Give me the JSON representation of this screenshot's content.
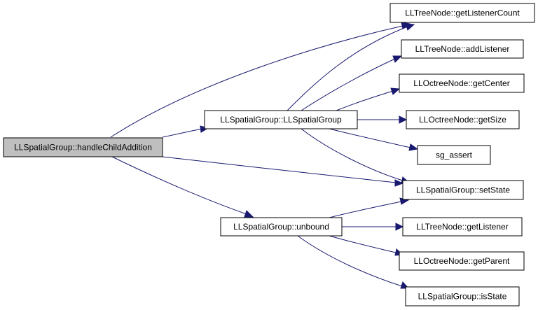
{
  "graph": {
    "colors": {
      "root_fill": "#bfbfbf",
      "node_fill": "#ffffff",
      "edge": "#191970",
      "border": "#000000"
    },
    "nodes": {
      "handleChildAddition": "LLSpatialGroup::handleChildAddition",
      "LLSpatialGroup_ctor": "LLSpatialGroup::LLSpatialGroup",
      "unbound": "LLSpatialGroup::unbound",
      "getListenerCount": "LLTreeNode::getListenerCount",
      "addListener": "LLTreeNode::addListener",
      "getCenter": "LLOctreeNode::getCenter",
      "getSize": "LLOctreeNode::getSize",
      "sg_assert": "sg_assert",
      "setState": "LLSpatialGroup::setState",
      "getListener": "LLTreeNode::getListener",
      "getParent": "LLOctreeNode::getParent",
      "isState": "LLSpatialGroup::isState"
    },
    "edges": [
      {
        "from": "handleChildAddition",
        "to": "LLSpatialGroup_ctor"
      },
      {
        "from": "handleChildAddition",
        "to": "getListenerCount"
      },
      {
        "from": "handleChildAddition",
        "to": "setState"
      },
      {
        "from": "handleChildAddition",
        "to": "unbound"
      },
      {
        "from": "LLSpatialGroup_ctor",
        "to": "getListenerCount"
      },
      {
        "from": "LLSpatialGroup_ctor",
        "to": "addListener"
      },
      {
        "from": "LLSpatialGroup_ctor",
        "to": "getCenter"
      },
      {
        "from": "LLSpatialGroup_ctor",
        "to": "getSize"
      },
      {
        "from": "LLSpatialGroup_ctor",
        "to": "sg_assert"
      },
      {
        "from": "LLSpatialGroup_ctor",
        "to": "setState"
      },
      {
        "from": "unbound",
        "to": "setState"
      },
      {
        "from": "unbound",
        "to": "getListener"
      },
      {
        "from": "unbound",
        "to": "getParent"
      },
      {
        "from": "unbound",
        "to": "isState"
      }
    ]
  }
}
